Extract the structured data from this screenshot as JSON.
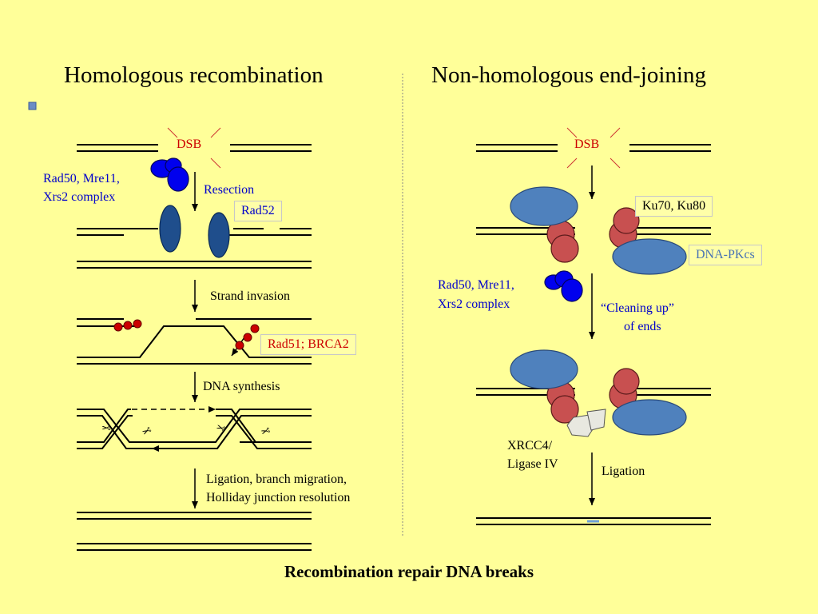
{
  "slide": {
    "left_title": "Homologous recombination",
    "right_title": "Non-homologous end-joining",
    "caption": "Recombination repair DNA breaks"
  },
  "hr": {
    "dsb": "DSB",
    "mrn_line1": "Rad50, Mre11,",
    "mrn_line2": "Xrs2 complex",
    "resection": "Resection",
    "rad52": "Rad52",
    "strand_invasion": "Strand invasion",
    "rad51": "Rad51; BRCA2",
    "dna_synthesis": "DNA synthesis",
    "ligation_line1": "Ligation, branch migration,",
    "ligation_line2": "Holliday junction resolution",
    "scissors_glyph": "✂"
  },
  "nhej": {
    "dsb": "DSB",
    "ku": "Ku70, Ku80",
    "dnapkcs": "DNA-PKcs",
    "mrn_line1": "Rad50, Mre11,",
    "mrn_line2": "Xrs2 complex",
    "cleaning_line1": "“Cleaning up”",
    "cleaning_line2": "of ends",
    "xrcc4_line1": "XRCC4/",
    "xrcc4_line2": "Ligase IV",
    "ligation": "Ligation"
  },
  "colors": {
    "background": "#ffff99",
    "label_blue": "#0000cc",
    "label_red": "#cc0000",
    "label_light_blue": "#4a74b4",
    "rad52_navy": "#1f4e8c",
    "mrn_blue": "#0000ee",
    "ku_red": "#c85050",
    "pkcs_blue": "#4f81bd",
    "rad51_red": "#cc0000",
    "ligase_gray": "#e8e8e0"
  },
  "icons": [
    "bullet-square-icon",
    "scissors-icon",
    "dsb-starburst-icon"
  ]
}
